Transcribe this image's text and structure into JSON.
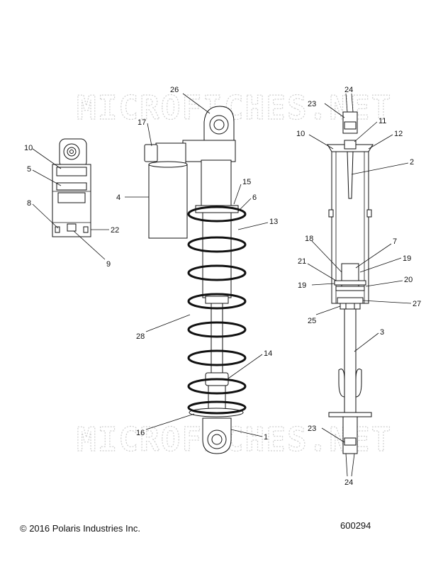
{
  "watermark": "MICROFICHES.NET",
  "copyright": "© 2016 Polaris Industries Inc.",
  "diagram_number": "600294",
  "callouts": {
    "p1": "1",
    "p2": "2",
    "p3": "3",
    "p4": "4",
    "p5": "5",
    "p6": "6",
    "p7": "7",
    "p8": "8",
    "p9": "9",
    "p10a": "10",
    "p10b": "10",
    "p11": "11",
    "p12": "12",
    "p13": "13",
    "p14": "14",
    "p15": "15",
    "p16": "16",
    "p17": "17",
    "p18": "18",
    "p19a": "19",
    "p19b": "19",
    "p20": "20",
    "p21": "21",
    "p22": "22",
    "p23a": "23",
    "p23b": "23",
    "p24a": "24",
    "p24b": "24",
    "p25": "25",
    "p26": "26",
    "p27": "27",
    "p28": "28"
  }
}
